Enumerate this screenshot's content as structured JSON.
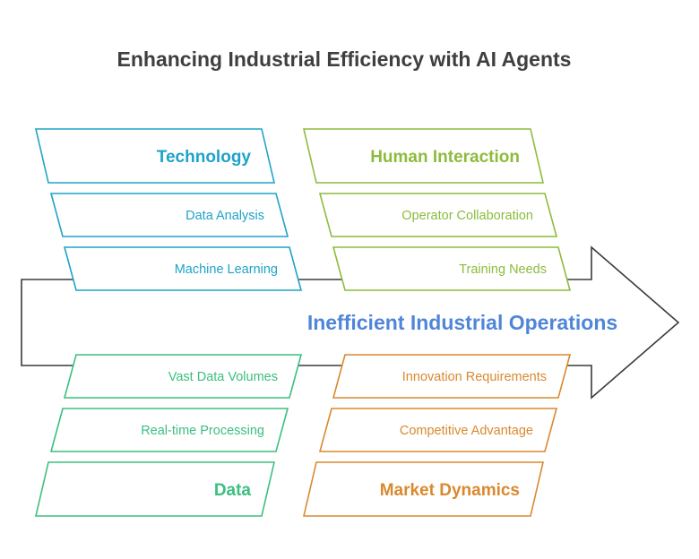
{
  "title": "Enhancing Industrial Efficiency with AI Agents",
  "effect": "Inefficient Industrial Operations",
  "colors": {
    "title": "#3f3f3f",
    "effect": "#4f86d9",
    "technology": "#1fa3c9",
    "human_interaction": "#8cbc3c",
    "data": "#3cbf7f",
    "market_dynamics": "#d9892f",
    "spine": "#3a3a3a"
  },
  "categories": {
    "technology": {
      "label": "Technology",
      "causes": [
        "Data Analysis",
        "Machine Learning"
      ]
    },
    "human_interaction": {
      "label": "Human Interaction",
      "causes": [
        "Operator Collaboration",
        "Training Needs"
      ]
    },
    "data": {
      "label": "Data",
      "causes": [
        "Vast Data Volumes",
        "Real-time Processing"
      ]
    },
    "market_dynamics": {
      "label": "Market Dynamics",
      "causes": [
        "Innovation Requirements",
        "Competitive Advantage"
      ]
    }
  }
}
